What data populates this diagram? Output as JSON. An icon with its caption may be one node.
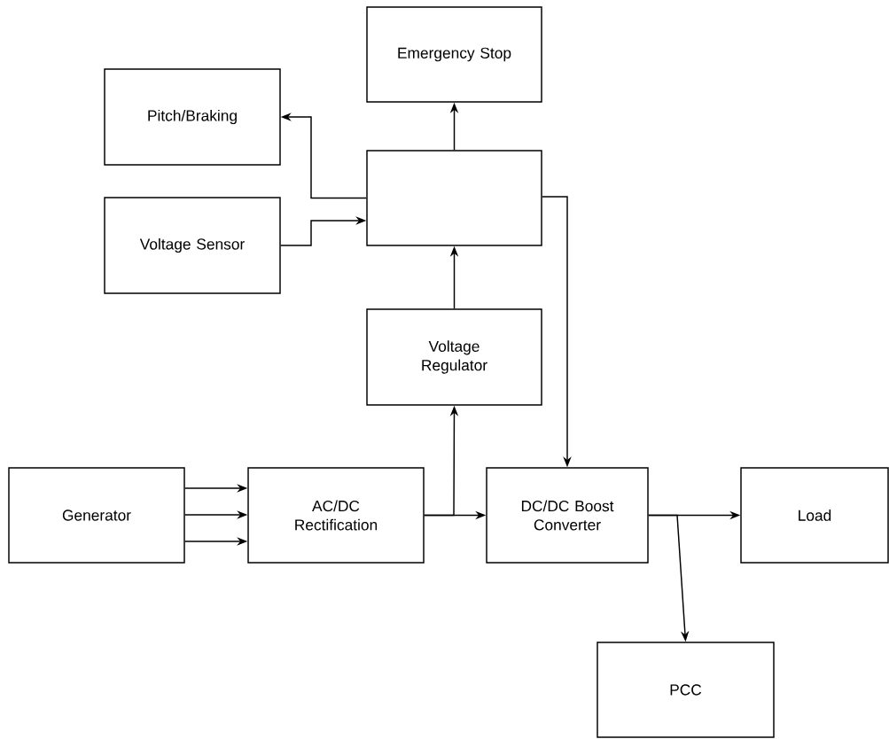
{
  "diagram": {
    "nodes": [
      {
        "text": [
          "Emergency Stop"
        ]
      },
      {
        "text": [
          "Pitch/Braking"
        ]
      },
      {
        "text": [],
        "shape": "box"
      },
      {
        "text": [
          "Voltage Sensor"
        ]
      },
      {
        "text": [
          "Voltage Regulator"
        ]
      },
      {
        "text": [
          "Generator"
        ]
      },
      {
        "text": [
          "AC/DC Rectification"
        ]
      },
      {
        "text": [
          "DC/DC Boost Converter"
        ]
      },
      {
        "text": [
          "Load"
        ]
      },
      {
        "text": [
          "PCC"
        ]
      }
    ],
    "edges": [
      {
        "from": 2,
        "to": 0,
        "arrow": "to"
      },
      {
        "from": 2,
        "to": 1,
        "arrow": "to"
      },
      {
        "from": 3,
        "to": 2,
        "arrow": "to"
      },
      {
        "from": 2,
        "to": 7,
        "arrow": "to"
      },
      {
        "from": 4,
        "to": 2,
        "arrow": "to"
      },
      {
        "from": 5,
        "to": 6,
        "arrow": "to"
      },
      {
        "from": 5,
        "to": 6,
        "arrow": "to"
      },
      {
        "from": 5,
        "to": 6,
        "arrow": "to"
      },
      {
        "from": 6,
        "to": 7,
        "arrow": "to"
      },
      {
        "from": 6,
        "to": 4,
        "arrow": "to"
      },
      {
        "from": 7,
        "to": 8,
        "arrow": "to"
      },
      {
        "from": 7,
        "to": 9,
        "arrow": "to"
      }
    ]
  }
}
